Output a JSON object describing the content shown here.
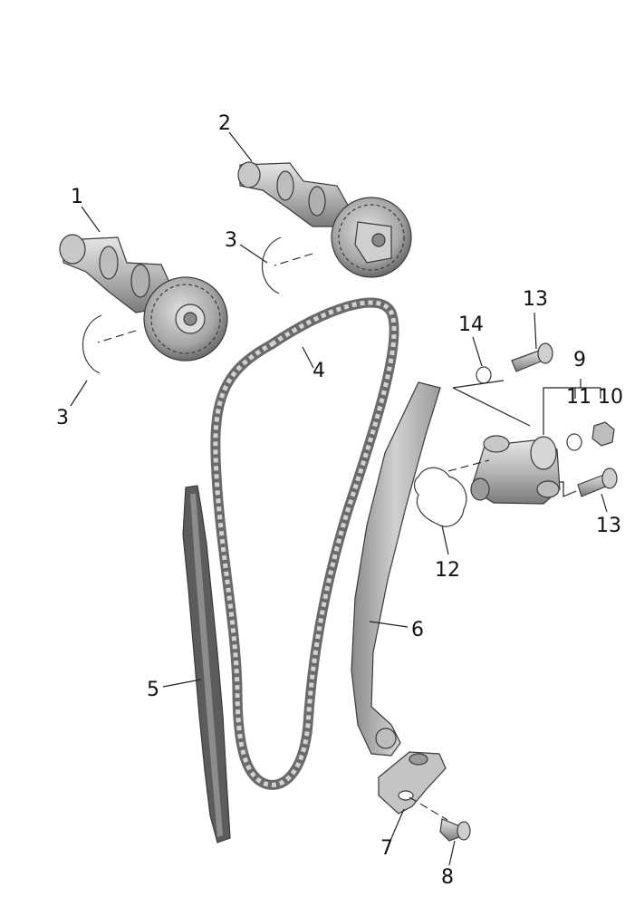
{
  "callouts": {
    "c1": "1",
    "c2": "2",
    "c3a": "3",
    "c3b": "3",
    "c4": "4",
    "c5": "5",
    "c6": "6",
    "c7": "7",
    "c8": "8",
    "c9": "9",
    "c10": "10",
    "c11": "11",
    "c12": "12",
    "c13a": "13",
    "c13b": "13",
    "c14": "14"
  },
  "colors": {
    "metal_light": "#d9d9d9",
    "metal_mid": "#a9a9a9",
    "metal_dark": "#6e6e6e",
    "line": "#222222"
  }
}
